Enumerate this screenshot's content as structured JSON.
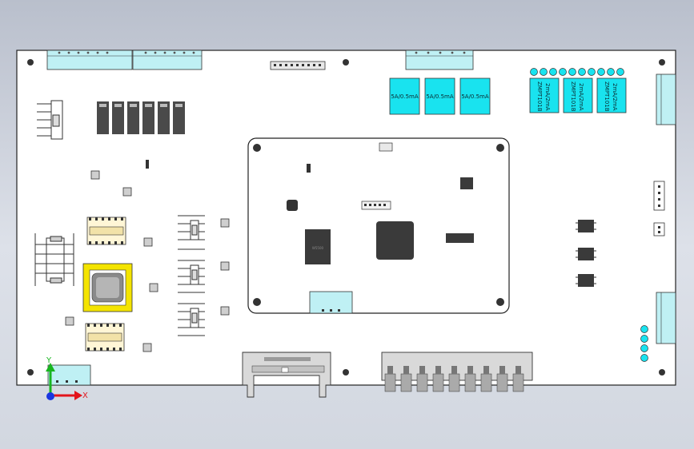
{
  "view": {
    "axes": {
      "y_label": "Y",
      "x_label": "X"
    }
  },
  "board": {
    "fuse_labels": [
      "5A/0.5mA",
      "5A/0.5mA",
      "5A/0.5mA"
    ],
    "relay_labels": [
      {
        "line1": "ZMPT101B",
        "line2": "2mA/2mA"
      },
      {
        "line1": "ZMPT101B",
        "line2": "2mA/2mA"
      },
      {
        "line1": "ZMPT101B",
        "line2": "2mA/2mA"
      }
    ],
    "module_chip_label": "W5500"
  },
  "colors": {
    "pcb": "#ffffff",
    "connector": "#bff0f4",
    "connector_dark": "#69c9cf",
    "fuse": "#19e3ef",
    "inductor_highlight": "#f4e400",
    "ic": "#3a3a3a",
    "axis_x": "#e3141b",
    "axis_y": "#18b51f",
    "axis_z": "#1a36e0"
  }
}
